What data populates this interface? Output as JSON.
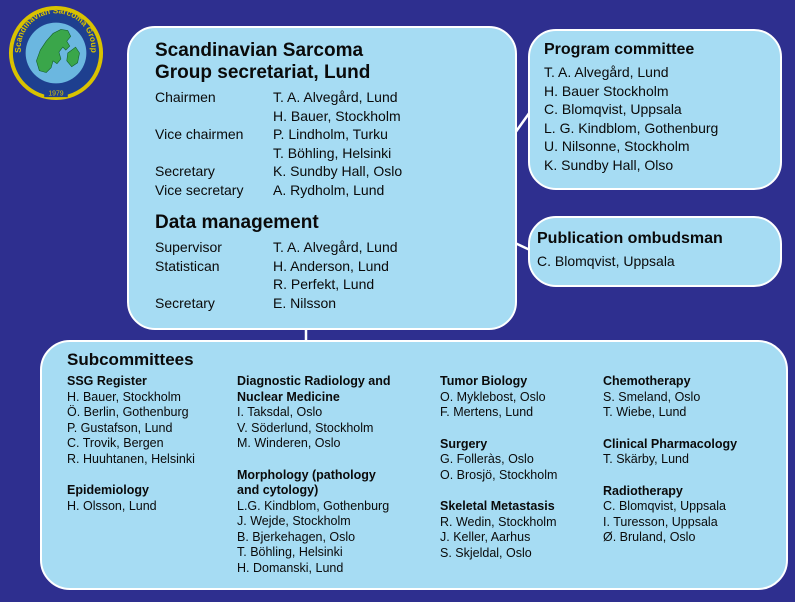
{
  "logo": {
    "ring_text": "Scandinavian Sarcoma Group",
    "year": "1979",
    "colors": {
      "ring": "#d9c200",
      "disc": "#1e3f8f",
      "land": "#3aa64a"
    }
  },
  "secretariat": {
    "title_line1": "Scandinavian Sarcoma",
    "title_line2": "Group secretariat, Lund",
    "rows": [
      {
        "role": "Chairmen",
        "name": "T. A. Alvegård, Lund"
      },
      {
        "role": "",
        "name": "H. Bauer, Stockholm"
      },
      {
        "role": "Vice chairmen",
        "name": "P. Lindholm, Turku"
      },
      {
        "role": "",
        "name": "T. Böhling, Helsinki"
      },
      {
        "role": "Secretary",
        "name": "K. Sundby Hall, Oslo"
      },
      {
        "role": "Vice secretary",
        "name": "A. Rydholm, Lund"
      }
    ]
  },
  "data_management": {
    "title": "Data management",
    "rows": [
      {
        "role": "Supervisor",
        "name": "T. A. Alvegård, Lund"
      },
      {
        "role": "Statistican",
        "name": "H. Anderson, Lund"
      },
      {
        "role": "",
        "name": "R. Perfekt, Lund"
      },
      {
        "role": "Secretary",
        "name": "E. Nilsson"
      }
    ]
  },
  "program_committee": {
    "title": "Program committee",
    "members": [
      "T. A. Alvegård, Lund",
      "H. Bauer Stockholm",
      "C. Blomqvist, Uppsala",
      "L. G. Kindblom, Gothenburg",
      "U. Nilsonne, Stockholm",
      "K. Sundby Hall, Olso"
    ]
  },
  "publication_ombudsman": {
    "title": "Publication ombudsman",
    "member": "C. Blomqvist, Uppsala"
  },
  "subcommittees": {
    "title": "Subcommittees",
    "columns": [
      [
        {
          "heading": [
            "SSG Register"
          ],
          "members": [
            "H. Bauer, Stockholm",
            "Ö. Berlin, Gothenburg",
            "P. Gustafson, Lund",
            "C. Trovik, Bergen",
            "R. Huuhtanen, Helsinki"
          ]
        },
        {
          "heading": [
            "Epidemiology"
          ],
          "members": [
            "H. Olsson, Lund"
          ]
        }
      ],
      [
        {
          "heading": [
            "Diagnostic Radiology and",
            "Nuclear Medicine"
          ],
          "members": [
            "I. Taksdal, Oslo",
            "V. Söderlund, Stockholm",
            "M. Winderen, Oslo"
          ]
        },
        {
          "heading": [
            "Morphology (pathology",
            "and cytology)"
          ],
          "members": [
            "L.G. Kindblom, Gothenburg",
            "J. Wejde, Stockholm",
            "B. Bjerkehagen, Oslo",
            "T. Böhling, Helsinki",
            "H. Domanski, Lund"
          ]
        }
      ],
      [
        {
          "heading": [
            "Tumor Biology"
          ],
          "members": [
            "O. Myklebost, Oslo",
            "F. Mertens, Lund"
          ]
        },
        {
          "heading": [
            "Surgery"
          ],
          "members": [
            "G. Folleràs, Oslo",
            "O. Brosjö, Stockholm"
          ]
        },
        {
          "heading": [
            "Skeletal Metastasis"
          ],
          "members": [
            "R. Wedin, Stockholm",
            "J. Keller, Aarhus",
            "S. Skjeldal, Oslo"
          ]
        }
      ],
      [
        {
          "heading": [
            "Chemotherapy"
          ],
          "members": [
            "S. Smeland, Oslo",
            "T. Wiebe, Lund"
          ]
        },
        {
          "heading": [
            "Clinical Pharmacology"
          ],
          "members": [
            "T. Skärby, Lund"
          ]
        },
        {
          "heading": [
            "Radiotherapy"
          ],
          "members": [
            "C. Blomqvist, Uppsala",
            "I. Turesson, Uppsala",
            "Ø. Bruland, Oslo"
          ]
        }
      ]
    ]
  }
}
